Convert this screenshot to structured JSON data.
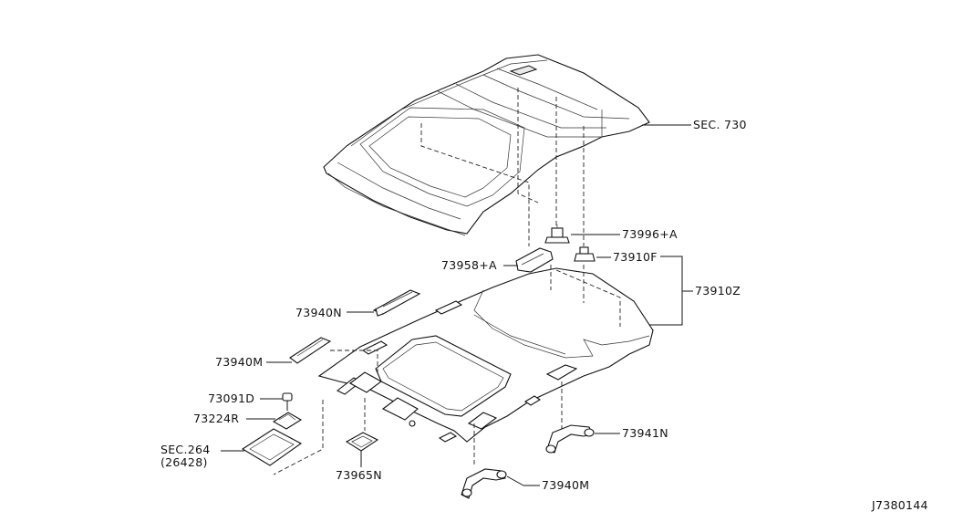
{
  "diagram_id": "J7380144",
  "callouts": {
    "sec730": "SEC. 730",
    "p73996a": "73996+A",
    "p73958a": "73958+A",
    "p73910f": "73910F",
    "p73910z": "73910Z",
    "p73940n": "73940N",
    "p73940m_left": "73940M",
    "p73091d": "73091D",
    "p73224r": "73224R",
    "sec264": "SEC.264",
    "sec264_sub": "(26428)",
    "p73965n": "73965N",
    "p73941n": "73941N",
    "p73940m_bottom": "73940M"
  }
}
